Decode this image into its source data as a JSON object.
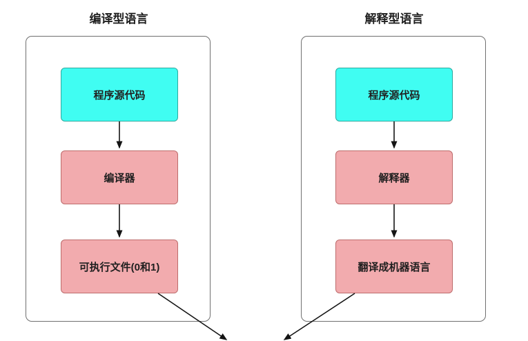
{
  "diagram": {
    "columns": [
      {
        "title": "编译型语言",
        "nodes": [
          {
            "label": "程序源代码",
            "kind": "source-code",
            "fill": "cyan"
          },
          {
            "label": "编译器",
            "kind": "compiler",
            "fill": "pink"
          },
          {
            "label": "可执行文件(0和1)",
            "kind": "executable-file",
            "fill": "pink"
          }
        ]
      },
      {
        "title": "解释型语言",
        "nodes": [
          {
            "label": "程序源代码",
            "kind": "source-code",
            "fill": "cyan"
          },
          {
            "label": "解释器",
            "kind": "interpreter",
            "fill": "pink"
          },
          {
            "label": "翻译成机器语言",
            "kind": "machine-language-translation",
            "fill": "pink"
          }
        ]
      }
    ],
    "edges": [
      {
        "from": "compiled-source-code",
        "to": "compiler",
        "style": "vertical-arrow"
      },
      {
        "from": "compiler",
        "to": "executable-file",
        "style": "vertical-arrow"
      },
      {
        "from": "executable-file",
        "to": "bottom-convergence",
        "style": "diagonal-arrow"
      },
      {
        "from": "interpreted-source-code",
        "to": "interpreter",
        "style": "vertical-arrow"
      },
      {
        "from": "interpreter",
        "to": "machine-language-translation",
        "style": "vertical-arrow"
      },
      {
        "from": "machine-language-translation",
        "to": "bottom-convergence",
        "style": "diagonal-arrow"
      }
    ],
    "colors": {
      "source_node_fill": "#40fdf2",
      "source_node_border": "#2ca89e",
      "process_node_fill": "#f2abae",
      "process_node_border": "#bd6b6b",
      "container_border": "#6f6f6f",
      "arrow": "#141414",
      "text": "#1f1f1f",
      "background": "#ffffff"
    }
  }
}
